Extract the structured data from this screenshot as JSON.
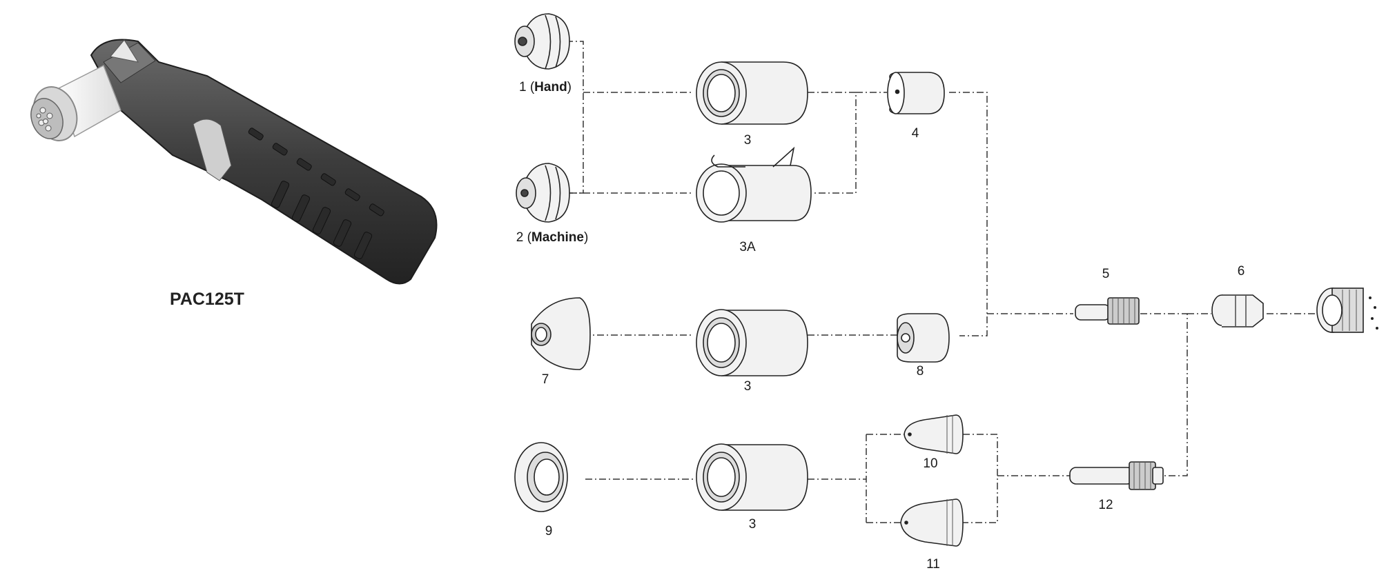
{
  "torch": {
    "model": "PAC125T"
  },
  "parts": [
    {
      "id": "p1",
      "number": "1",
      "qualifier": "Hand",
      "icon": "shield-cap-icon"
    },
    {
      "id": "p2",
      "number": "2",
      "qualifier": "Machine",
      "icon": "shield-cap-icon"
    },
    {
      "id": "p3a",
      "number": "3",
      "qualifier": "",
      "icon": "retaining-cup-icon"
    },
    {
      "id": "p3b",
      "number": "3A",
      "qualifier": "",
      "icon": "retaining-cup-ohmic-icon"
    },
    {
      "id": "p4",
      "number": "4",
      "qualifier": "",
      "icon": "tip-icon"
    },
    {
      "id": "p3c",
      "number": "3",
      "qualifier": "",
      "icon": "retaining-cup-icon"
    },
    {
      "id": "p7",
      "number": "7",
      "qualifier": "",
      "icon": "cone-shield-icon"
    },
    {
      "id": "p8",
      "number": "8",
      "qualifier": "",
      "icon": "tip-icon"
    },
    {
      "id": "p5",
      "number": "5",
      "qualifier": "",
      "icon": "electrode-icon"
    },
    {
      "id": "p6",
      "number": "6",
      "qualifier": "",
      "icon": "swirl-ring-icon"
    },
    {
      "id": "p9",
      "number": "9",
      "qualifier": "",
      "icon": "ring-shield-icon"
    },
    {
      "id": "p3d",
      "number": "3",
      "qualifier": "",
      "icon": "retaining-cup-icon"
    },
    {
      "id": "p10",
      "number": "10",
      "qualifier": "",
      "icon": "extended-tip-icon"
    },
    {
      "id": "p11",
      "number": "11",
      "qualifier": "",
      "icon": "extended-tip-icon"
    },
    {
      "id": "p12",
      "number": "12",
      "qualifier": "",
      "icon": "long-electrode-icon"
    }
  ],
  "colors": {
    "line": "#333333",
    "part_fill": "#f2f2f2",
    "handle": "#3a3a3a"
  }
}
